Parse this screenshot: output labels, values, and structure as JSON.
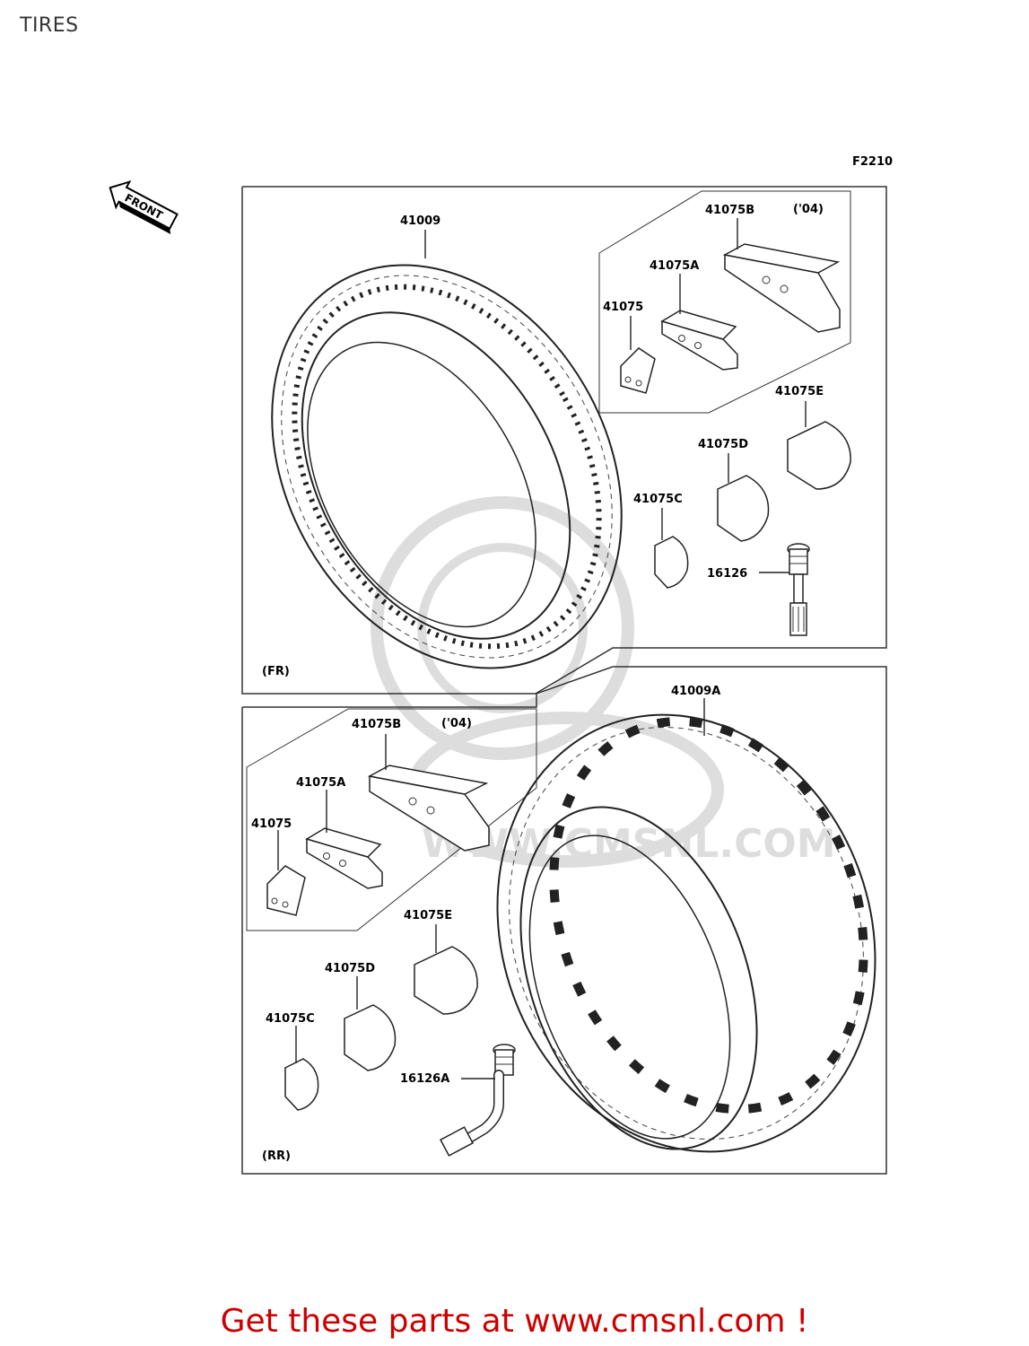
{
  "page": {
    "title": "TIRES",
    "figure_code": "F2210",
    "front_arrow": "FRONT",
    "footer": "Get these parts at www.cmsnl.com !",
    "watermark": "WWW.CMSNL.COM",
    "footer_color": "#cc0000"
  },
  "front_section": {
    "tag": "(FR)",
    "tire": "41009",
    "valve": "16126",
    "weights": {
      "w41075": "41075",
      "w41075a": "41075A",
      "w41075b": "41075B",
      "w41075c": "41075C",
      "w41075d": "41075D",
      "w41075e": "41075E"
    },
    "year_note": "('04)"
  },
  "rear_section": {
    "tag": "(RR)",
    "tire": "41009A",
    "valve": "16126A",
    "weights": {
      "w41075": "41075",
      "w41075a": "41075A",
      "w41075b": "41075B",
      "w41075c": "41075C",
      "w41075d": "41075D",
      "w41075e": "41075E"
    },
    "year_note": "('04)"
  }
}
